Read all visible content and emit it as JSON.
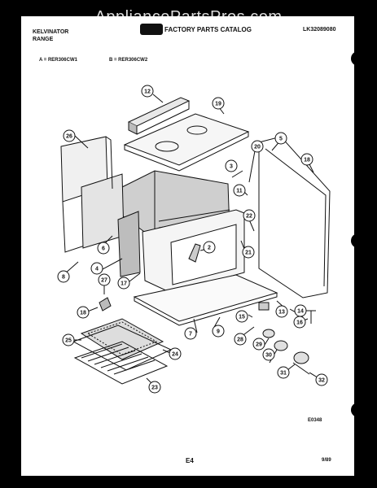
{
  "watermark": "AppliancePartsPros.com",
  "header": {
    "brand": "KELVINATOR",
    "product": "RANGE",
    "catalog_title": "FACTORY PARTS CATALOG",
    "catalog_number": "LK32089080"
  },
  "models": {
    "a": "A = RER306CW1",
    "b": "B = RER306CW2"
  },
  "footer": {
    "drawing_code": "E0348",
    "page": "E4",
    "date": "9/89"
  },
  "part_labels": [
    "12",
    "19",
    "26",
    "20",
    "5",
    "18",
    "3",
    "11",
    "22",
    "21",
    "6",
    "2",
    "4",
    "8",
    "27",
    "17",
    "15",
    "13",
    "14",
    "16",
    "18",
    "7",
    "9",
    "28",
    "25",
    "29",
    "24",
    "30",
    "31",
    "32",
    "23"
  ]
}
